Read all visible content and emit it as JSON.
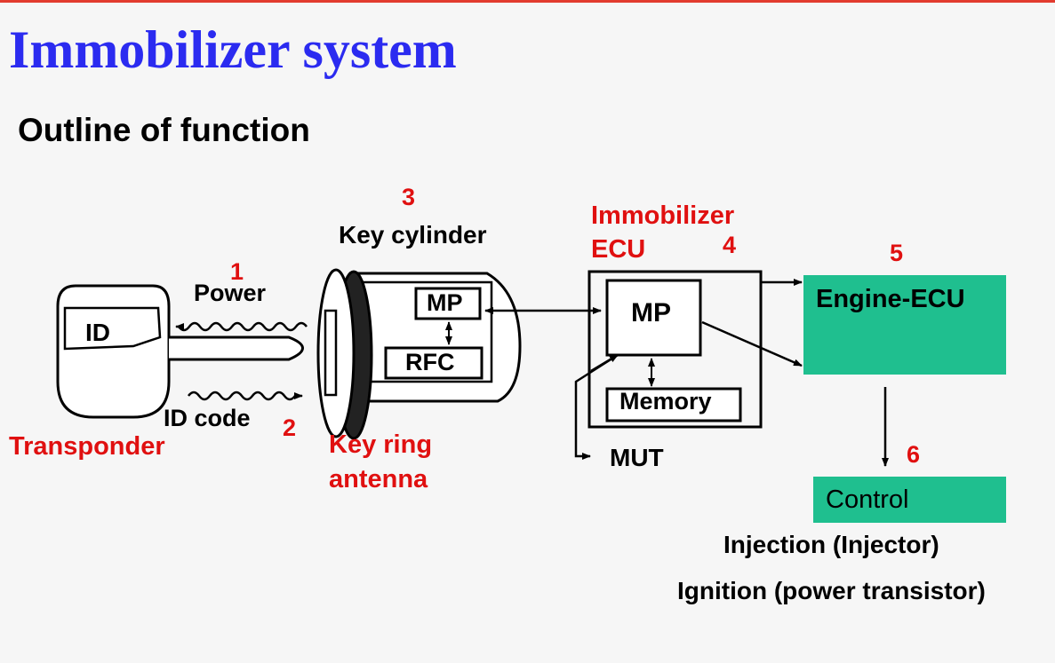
{
  "title": "Immobilizer system",
  "subtitle": "Outline of function",
  "colors": {
    "title": "#2b2bf0",
    "accent_red": "#e01010",
    "ecu_green": "#1fbf8f",
    "topline": "#e23b2e"
  },
  "steps": {
    "s1": "1",
    "s2": "2",
    "s3": "3",
    "s4": "4",
    "s5": "5",
    "s6": "6"
  },
  "labels": {
    "power": "Power",
    "id_code": "ID code",
    "transponder": "Transponder",
    "key_ring_antenna_1": "Key ring",
    "key_ring_antenna_2": "antenna",
    "key_cylinder": "Key cylinder",
    "immobilizer_ecu_1": "Immobilizer",
    "immobilizer_ecu_2": "ECU",
    "mut": "MUT",
    "injection": "Injection (Injector)",
    "ignition": "Ignition (power transistor)"
  },
  "boxes": {
    "id": "ID",
    "cyl_mp": "MP",
    "rfc": "RFC",
    "ecu_mp": "MP",
    "memory": "Memory",
    "engine_ecu": "Engine-ECU",
    "control": "Control"
  }
}
